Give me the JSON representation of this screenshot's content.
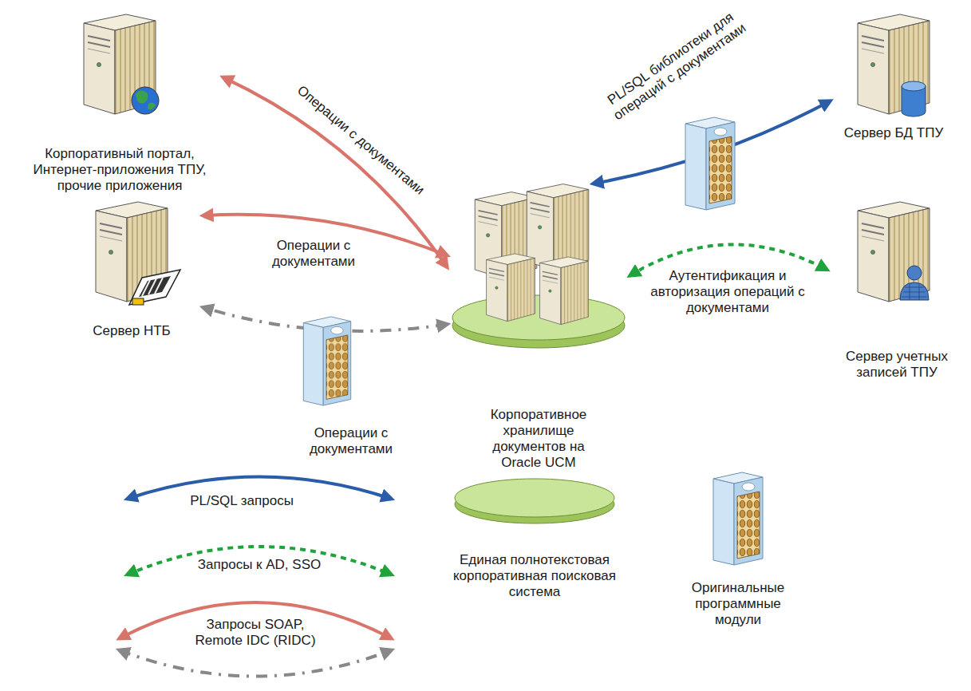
{
  "diagram": {
    "nodes": [
      {
        "text": [
          "Корпоративный портал, Интернет-приложения ТПУ, прочие приложения"
        ]
      },
      {
        "text": [
          "Сервер БД ТПУ"
        ]
      },
      {
        "text": [
          "Сервер НТБ"
        ]
      },
      {
        "text": [
          "Корпоративное хранилище документов на Oracle UCM"
        ]
      },
      {
        "text": [
          "Сервер учетных записей ТПУ"
        ]
      }
    ],
    "edges": [
      {
        "from": 0,
        "to": 3,
        "arrow": "both",
        "label": "Операции с документами"
      },
      {
        "from": 2,
        "to": 3,
        "arrow": "both",
        "label": "Операции с документами"
      },
      {
        "from": 3,
        "to": 2,
        "arrow": "both",
        "label": "Операции с документами"
      },
      {
        "from": 1,
        "to": 3,
        "arrow": "both",
        "label": "PL/SQL библиотеки для операций с документами"
      },
      {
        "from": 3,
        "to": 4,
        "arrow": "both",
        "label": "Аутентификация и авторизация операций с документами"
      }
    ],
    "legend": [
      {
        "text": "PL/SQL запросы"
      },
      {
        "text": "Запросы к AD, SSO"
      },
      {
        "text": "Запросы SOAP, Remote IDC (RIDC)"
      },
      {
        "text": "Единая полнотекстовая корпоративная поисковая система"
      },
      {
        "text": "Оригинальные программные модули"
      }
    ]
  }
}
